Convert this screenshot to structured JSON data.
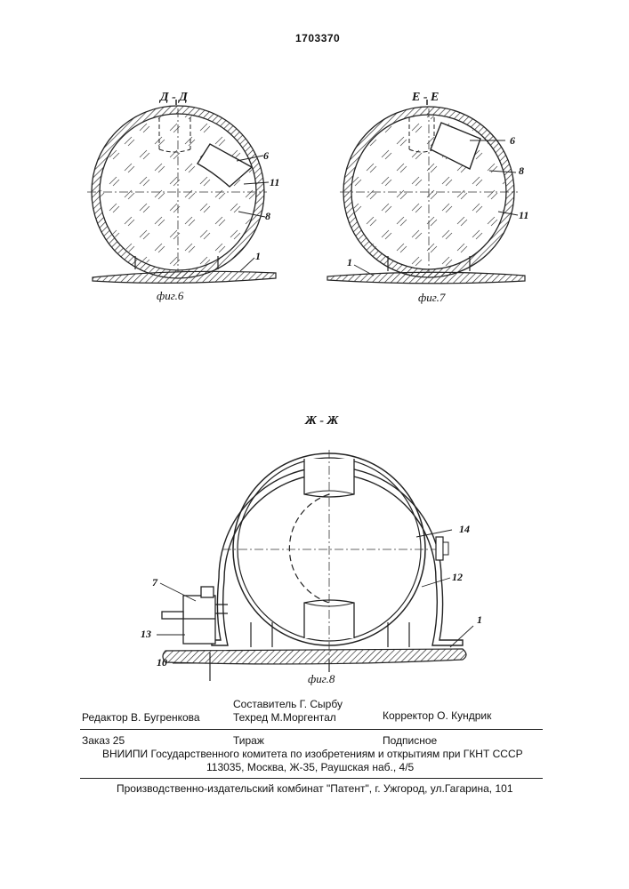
{
  "header": {
    "patent_number": "1703370"
  },
  "figures": {
    "fig6": {
      "section": "Д - Д",
      "caption": "фиг.6",
      "refs": {
        "r6": "6",
        "r11": "11",
        "r8": "8",
        "r1": "1"
      }
    },
    "fig7": {
      "section": "Е - Е",
      "caption": "фиг.7",
      "refs": {
        "r6": "6",
        "r8": "8",
        "r11": "11",
        "r1": "1"
      }
    },
    "fig8": {
      "section": "Ж - Ж",
      "caption": "фиг.8",
      "refs": {
        "r14": "14",
        "r12": "12",
        "r7": "7",
        "r13": "13",
        "r1": "1",
        "r10": "10"
      }
    }
  },
  "imprint": {
    "compiler": "Составитель  Г. Сырбу",
    "editor": "Редактор  В. Бугренкова",
    "techred": "Техред М.Моргентал",
    "corrector": "Корректор О. Кундрик",
    "order": "Заказ  25",
    "circulation": "Тираж",
    "subscription": "Подписное",
    "institute": "ВНИИПИ Государственного комитета по изобретениям и открытиям при ГКНТ СССР",
    "address": "113035, Москва, Ж-35, Раушская наб., 4/5",
    "publisher": "Производственно-издательский комбинат \"Патент\", г. Ужгород, ул.Гагарина, 101"
  }
}
